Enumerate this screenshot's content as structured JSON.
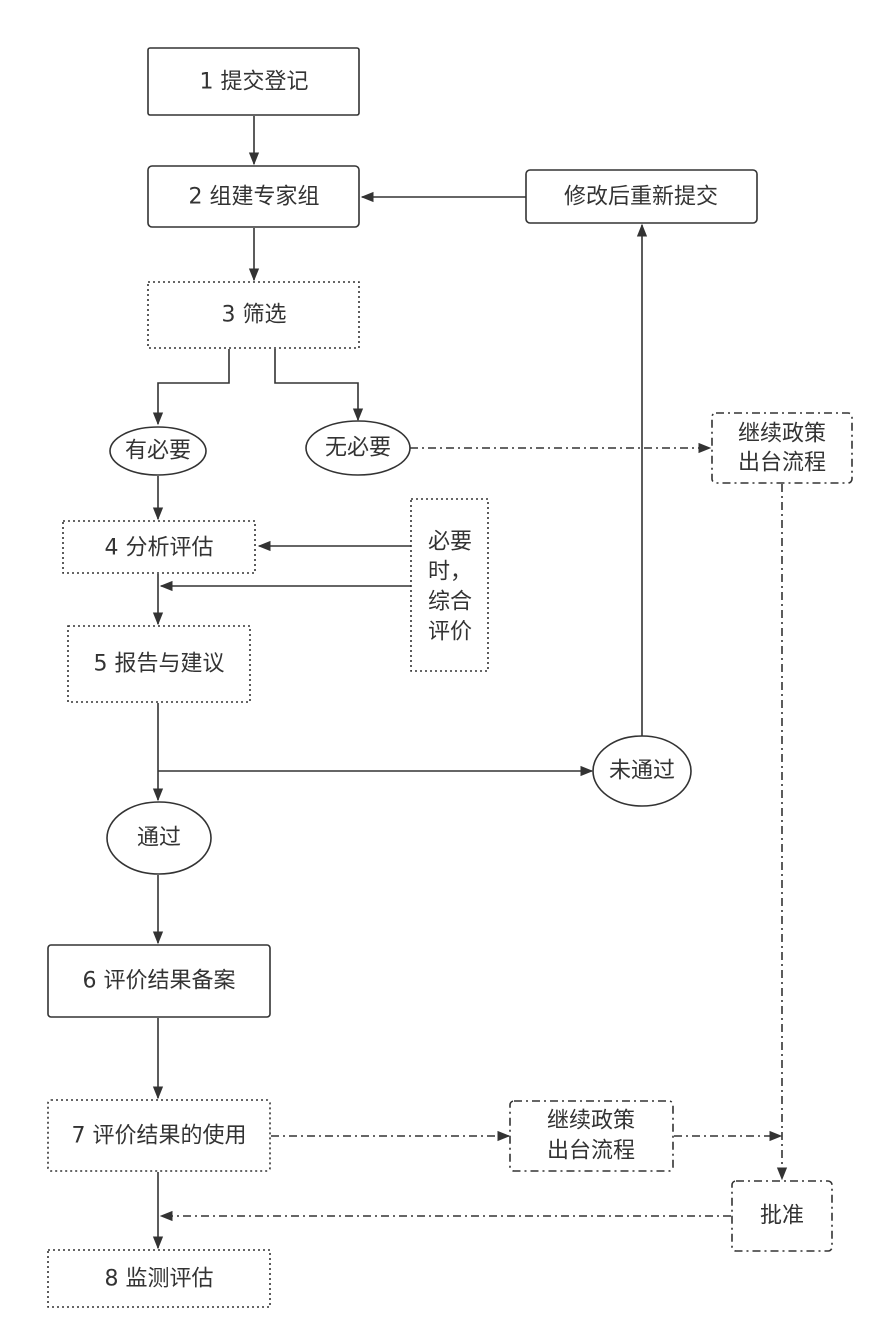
{
  "nodes": {
    "submit": "1 提交登记",
    "expert_group": "2 组建专家组",
    "resubmit": "修改后重新提交",
    "screening": "3 筛选",
    "necessary": "有必要",
    "unnecessary": "无必要",
    "continue_top": [
      "继续政策",
      "出台流程"
    ],
    "analysis": "4 分析评估",
    "comprehensive": [
      "必要",
      "时，",
      "综合",
      "评价"
    ],
    "report": "5 报告与建议",
    "failed": "未通过",
    "passed": "通过",
    "record": "6 评价结果备案",
    "use": "7 评价结果的使用",
    "continue_bottom": [
      "继续政策",
      "出台流程"
    ],
    "approve": "批准",
    "monitor": "8 监测评估"
  }
}
